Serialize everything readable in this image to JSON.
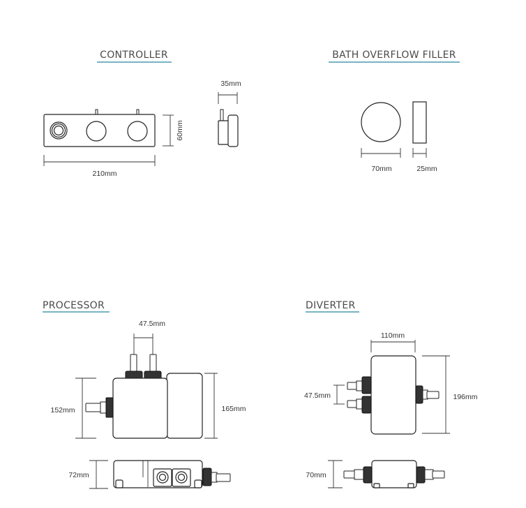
{
  "sections": {
    "controller": {
      "title": "CONTROLLER",
      "width": "210mm",
      "height": "60mm",
      "depth": "35mm"
    },
    "bath_overflow_filler": {
      "title": "BATH OVERFLOW FILLER",
      "diameter": "70mm",
      "depth": "25mm"
    },
    "processor": {
      "title": "PROCESSOR",
      "spacing": "47.5mm",
      "height_left": "152mm",
      "height_right": "165mm",
      "depth": "72mm"
    },
    "diverter": {
      "title": "DIVERTER",
      "width": "110mm",
      "spacing": "47.5mm",
      "height": "196mm",
      "depth": "70mm"
    }
  },
  "colors": {
    "accent": "#4a9bb0",
    "line": "#222222"
  }
}
